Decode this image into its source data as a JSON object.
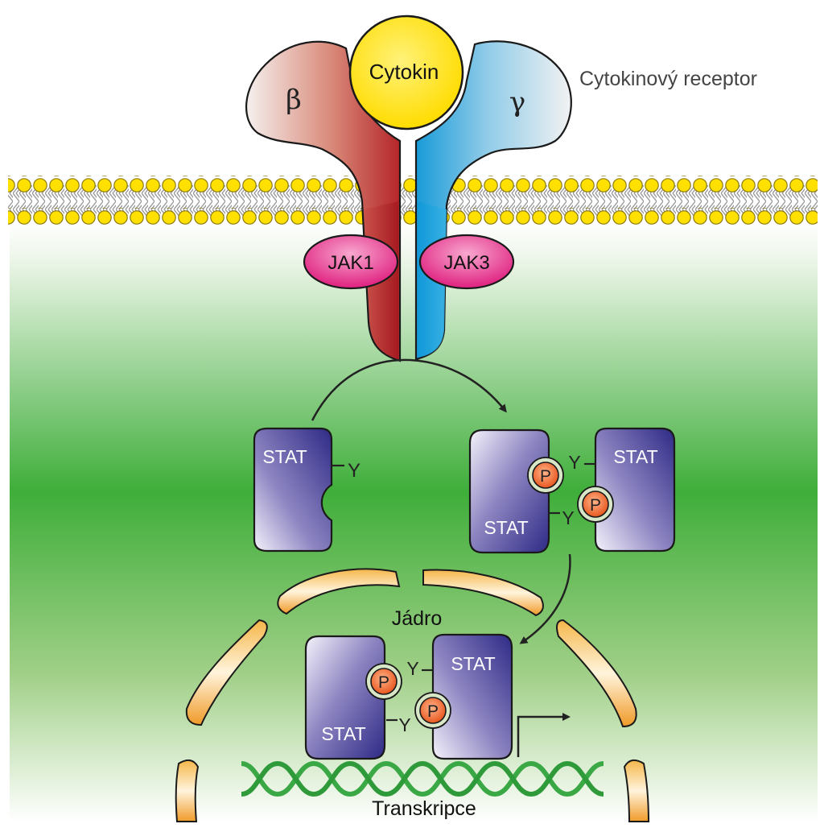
{
  "labels": {
    "cytokine": "Cytokin",
    "receptor": "Cytokinový receptor",
    "beta": "β",
    "gamma": "γ",
    "jak1": "JAK1",
    "jak3": "JAK3",
    "stat": "STAT",
    "tyrosine": "Y",
    "phosphate": "P",
    "nucleus": "Jádro",
    "transcription": "Transkripce"
  },
  "colors": {
    "cytokine": "#ffe500",
    "beta_chain": "#b8282c",
    "gamma_chain": "#1ea3dc",
    "jak": "#e8318a",
    "stat": "#2e2a86",
    "phosphate": "#f0672e",
    "nuclear_envelope": "#f2a535",
    "dna": "#3aa845",
    "cytoplasm": "#3fae3a",
    "lipid_head": "#ffe000"
  }
}
